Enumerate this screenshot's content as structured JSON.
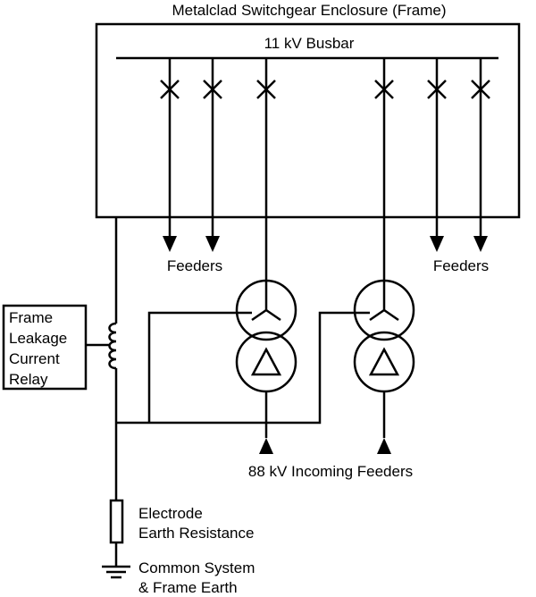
{
  "enclosure": {
    "label": "Metalclad Switchgear Enclosure (Frame)"
  },
  "busbar": {
    "label": "11 kV Busbar"
  },
  "feeders": {
    "left_label": "Feeders",
    "right_label": "Feeders"
  },
  "relay": {
    "lines": [
      "Frame",
      "Leakage",
      "Current",
      "Relay"
    ]
  },
  "incoming": {
    "label": "88 kV Incoming Feeders"
  },
  "resistance": {
    "line1": "Electrode",
    "line2": "Earth Resistance"
  },
  "earth": {
    "line1": "Common System",
    "line2": "& Frame Earth"
  },
  "colors": {
    "stroke": "#000000",
    "background": "#ffffff"
  }
}
